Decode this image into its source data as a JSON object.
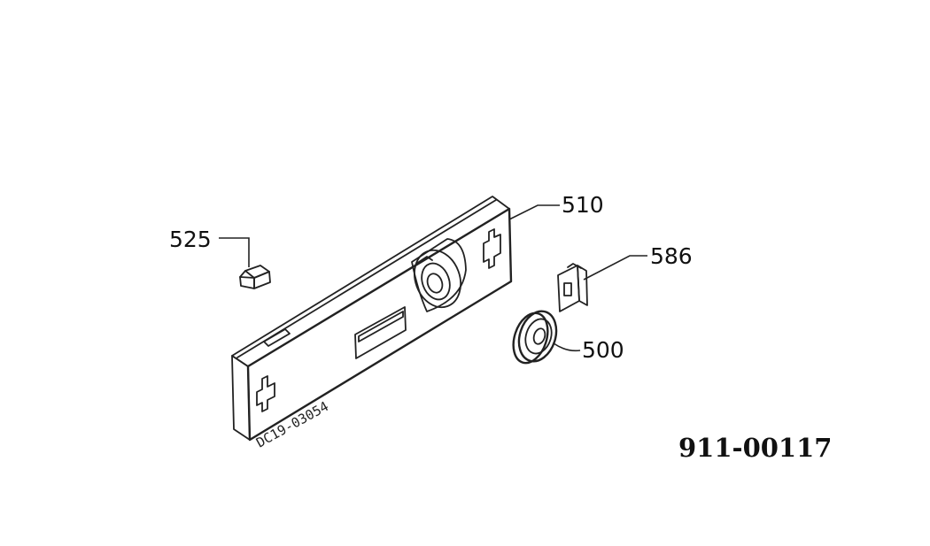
{
  "callouts": {
    "panel": "510",
    "clip": "525",
    "bracket": "586",
    "knob": "500"
  },
  "part_stamp": "DC19-03054",
  "document_number": "911-00117"
}
